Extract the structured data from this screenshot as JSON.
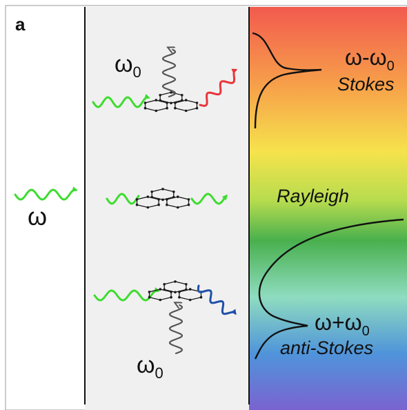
{
  "panel_label": "a",
  "incident_label": "ω",
  "vibration_label": "ω",
  "vibration_subscript": "0",
  "stokes": {
    "formula_main": "ω-ω",
    "formula_sub": "0",
    "name": "Stokes"
  },
  "rayleigh": {
    "name": "Rayleigh"
  },
  "anti_stokes": {
    "formula_main": "ω+ω",
    "formula_sub": "0",
    "name": "anti-Stokes"
  },
  "colors": {
    "incident_wave": "#3ddc2f",
    "stokes_wave": "#e8343a",
    "anti_stokes_wave": "#1f4fa8",
    "phonon_wave": "#555555",
    "molecule": "#1a1a1a",
    "middle_panel": "#f0f0f0",
    "divider": "#111111",
    "spectrum_curve": "#111111"
  },
  "spectrum_gradient": [
    "#f25a4e",
    "#f7a24a",
    "#f6e34c",
    "#b7dc4e",
    "#49b04e",
    "#8fdcc0",
    "#4f94da",
    "#7a63d0"
  ]
}
